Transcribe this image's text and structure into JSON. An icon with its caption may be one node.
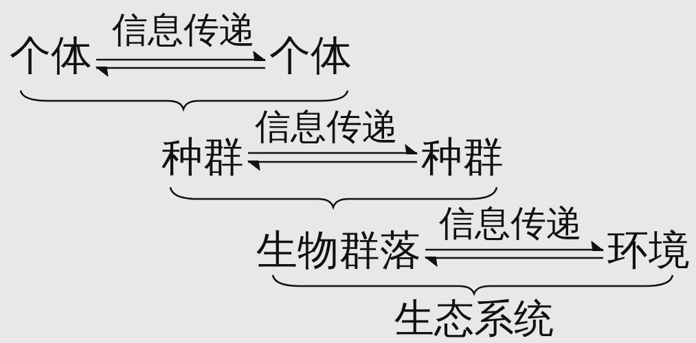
{
  "diagram": {
    "nodes": [
      {
        "text": [
          "个体"
        ]
      },
      {
        "text": [
          "个体"
        ]
      },
      {
        "text": [
          "种群"
        ]
      },
      {
        "text": [
          "种群"
        ]
      },
      {
        "text": [
          "生物群落"
        ]
      },
      {
        "text": [
          "环境"
        ]
      }
    ],
    "edges": [
      {
        "from": 0,
        "to": 1,
        "arrow": "to",
        "label": "信息传递"
      },
      {
        "from": 1,
        "to": 0,
        "arrow": "to"
      },
      {
        "from": 2,
        "to": 3,
        "arrow": "to",
        "label": "信息传递"
      },
      {
        "from": 3,
        "to": 2,
        "arrow": "to"
      },
      {
        "from": 4,
        "to": 5,
        "arrow": "to",
        "label": "信息传递"
      },
      {
        "from": 5,
        "to": 4,
        "arrow": "to"
      }
    ],
    "labels": [
      "生态系统"
    ]
  }
}
